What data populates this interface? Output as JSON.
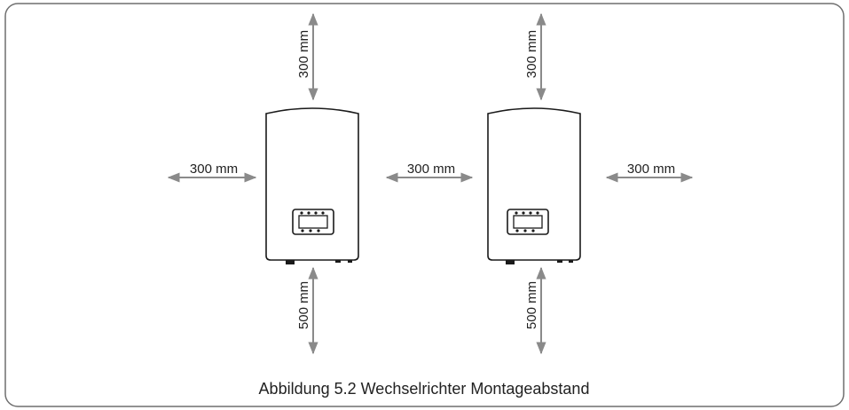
{
  "caption": "Abbildung 5.2 Wechselrichter Montageabstand",
  "clearances": {
    "top_left": "300 mm",
    "top_right": "300 mm",
    "left": "300 mm",
    "middle": "300 mm",
    "right": "300 mm",
    "bottom_left": "500 mm",
    "bottom_right": "500 mm"
  },
  "colors": {
    "frame": "#6f6f6f",
    "arrow": "#8a8a8a",
    "inverter": "#1a1a1a",
    "text": "#222222"
  }
}
